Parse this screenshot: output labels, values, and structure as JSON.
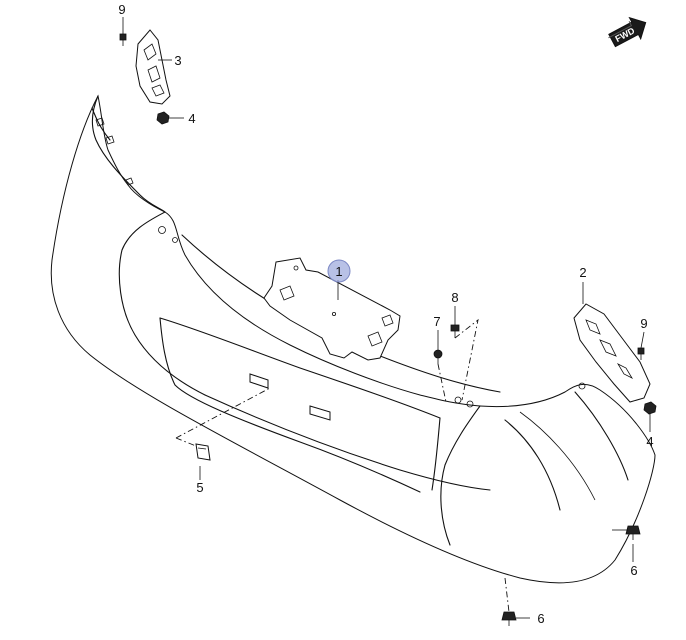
{
  "diagram": {
    "highlight_color": "#9aa6dc",
    "fwd_badge": "FWD",
    "callouts": {
      "c1": "1",
      "c2": "2",
      "c3": "3",
      "c4a": "4",
      "c4b": "4",
      "c5": "5",
      "c6a": "6",
      "c6b": "6",
      "c7": "7",
      "c8": "8",
      "c9a": "9",
      "c9b": "9"
    }
  }
}
